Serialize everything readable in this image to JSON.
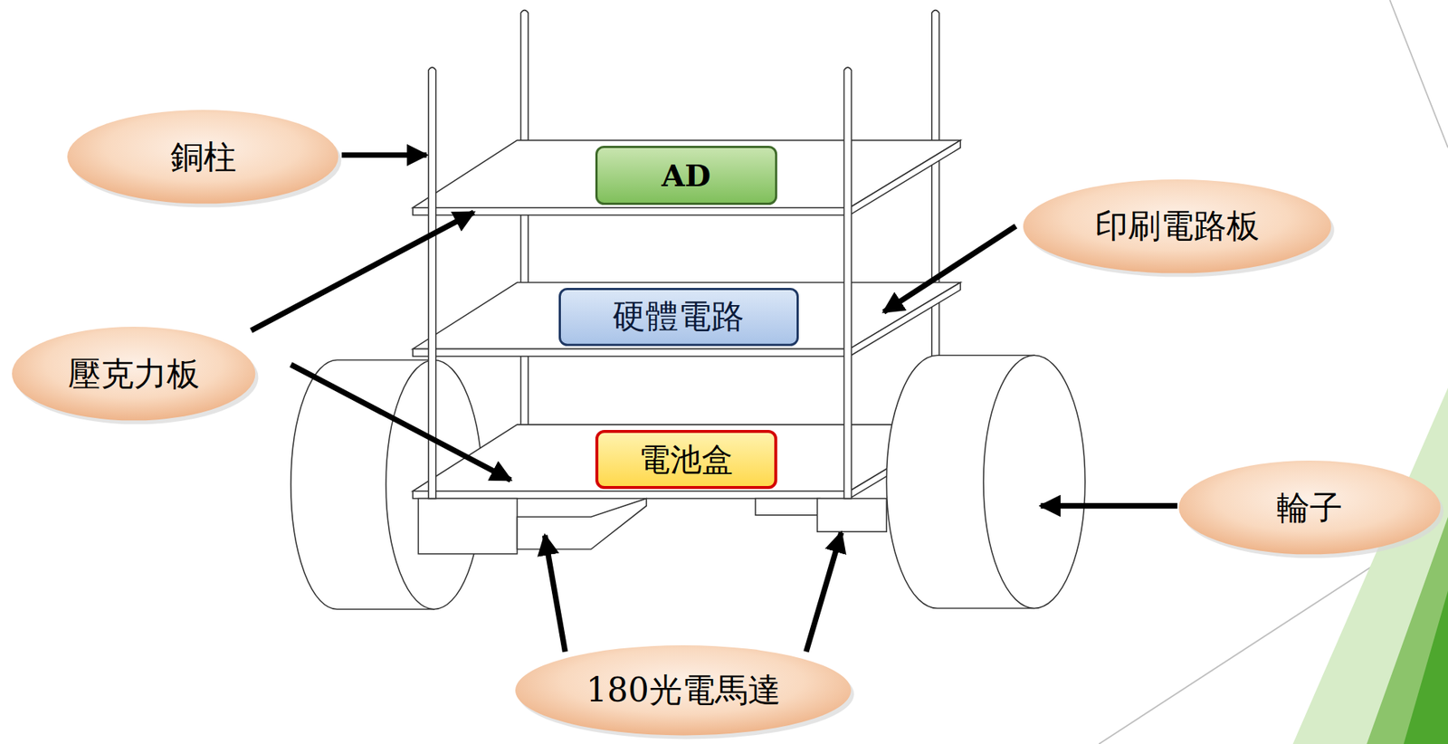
{
  "diagram": {
    "nodes": [
      {
        "text": [
          "銅柱"
        ]
      },
      {
        "text": [
          "AD"
        ]
      },
      {
        "text": [
          "印刷電路板"
        ]
      },
      {
        "text": [
          "硬體電路"
        ]
      },
      {
        "text": [
          "壓克力板"
        ]
      },
      {
        "text": [
          "電池盒"
        ]
      },
      {
        "text": [
          "輪子"
        ]
      },
      {
        "text": [
          "180光電馬達"
        ]
      }
    ],
    "edges": []
  }
}
